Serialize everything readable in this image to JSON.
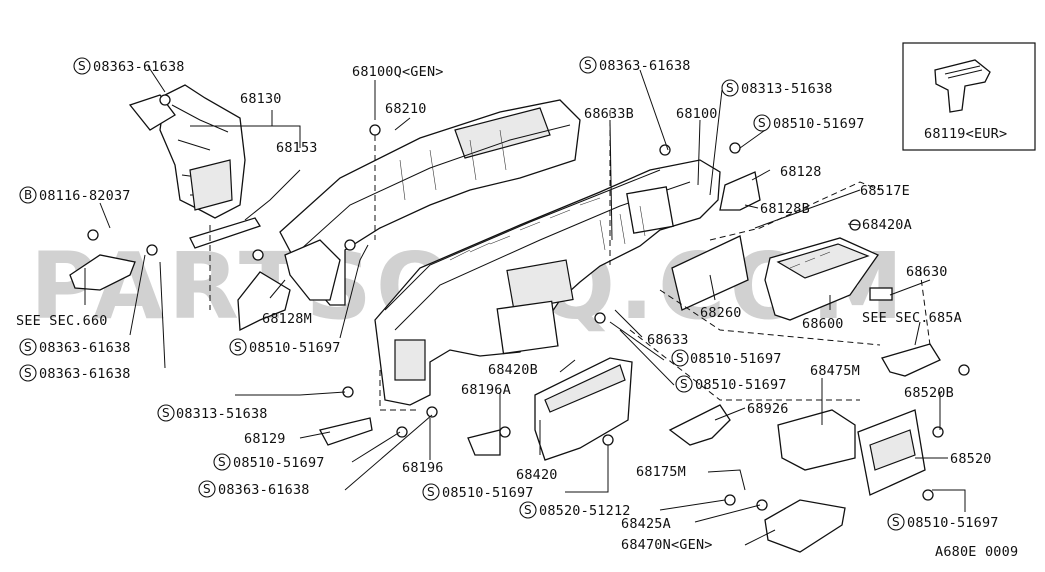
{
  "watermark": "PARTSOUQ.COM",
  "figure_code": "A680E 0009",
  "inset_label": "68119<EUR>",
  "labels": {
    "l1": "08363-61638",
    "l2": "68130",
    "l3": "68153",
    "l4": "08116-82037",
    "l5": "SEE SEC.660",
    "l6": "08363-61638",
    "l7": "08363-61638",
    "l8": "68100Q<GEN>",
    "l9": "68210",
    "l10": "68128M",
    "l11": "08510-51697",
    "l12": "08363-61638",
    "l13": "68633B",
    "l14": "68100",
    "l15": "08313-51638",
    "l16": "08510-51697",
    "l17": "68128",
    "l18": "68128B",
    "l19": "68517E",
    "l20": "68420A",
    "l21": "68630",
    "l22": "68260",
    "l23": "68600",
    "l24": "SEE SEC.685A",
    "l25": "68633",
    "l26": "08510-51697",
    "l27": "08510-51697",
    "l28": "68475M",
    "l29": "68420B",
    "l30": "68196A",
    "l31": "08313-51638",
    "l32": "68129",
    "l33": "08510-51697",
    "l34": "68196",
    "l35": "08363-61638",
    "l36": "68926",
    "l37": "68420",
    "l38": "08510-51697",
    "l39": "68520B",
    "l40": "68520",
    "l41": "68175M",
    "l42": "08520-51212",
    "l43": "68425A",
    "l44": "68470N<GEN>",
    "l45": "08510-51697"
  },
  "symbols": {
    "screw": "S",
    "bolt": "B"
  }
}
